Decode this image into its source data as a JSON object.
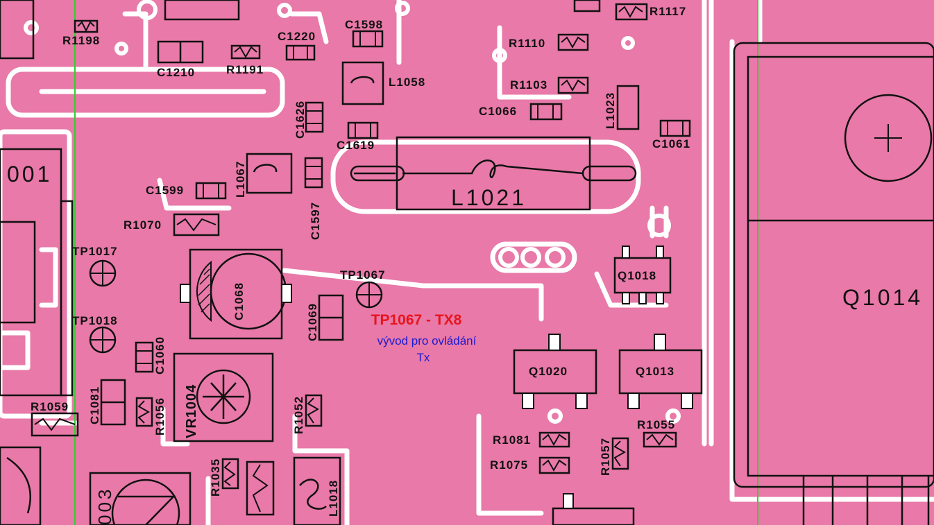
{
  "annotation": {
    "title": "TP1067  - TX8",
    "line1": "vývod pro ovládání",
    "line2": "Tx",
    "title_color": "#e8141c",
    "text_color": "#1a1ad0"
  },
  "labels": {
    "r1198": "R1198",
    "c1210": "C1210",
    "r1191": "R1191",
    "c1220": "C1220",
    "c1598": "C1598",
    "l1058": "L1058",
    "r1110": "R1110",
    "r1117": "R1117",
    "r1103": "R1103",
    "l1023": "L1023",
    "c1066": "C1066",
    "c1626": "C1626",
    "c1619": "C1619",
    "c1061": "C1061",
    "u1001": "001",
    "l1067": "L1067",
    "c1599": "C1599",
    "c1597": "C1597",
    "l1021": "L1021",
    "r1070": "R1070",
    "tp1017": "TP1017",
    "c1068": "C1068",
    "tp1067": "TP1067",
    "q1018": "Q1018",
    "q1014": "Q1014",
    "tp1018": "TP1018",
    "c1069": "C1069",
    "c1060": "C1060",
    "vr1004": "VR1004",
    "q1020": "Q1020",
    "q1013": "Q1013",
    "r1059": "R1059",
    "c1081": "C1081",
    "r1056": "R1056",
    "r1052": "R1052",
    "r1055": "R1055",
    "r1081": "R1081",
    "r1057": "R1057",
    "r1075": "R1075",
    "r1035": "R1035",
    "l1018": "L1018",
    "u1003": "003"
  },
  "colors": {
    "board": "#e879a8",
    "copper_gap": "#ffffff",
    "silkscreen": "#111111",
    "guide_line": "#2fd22f"
  }
}
